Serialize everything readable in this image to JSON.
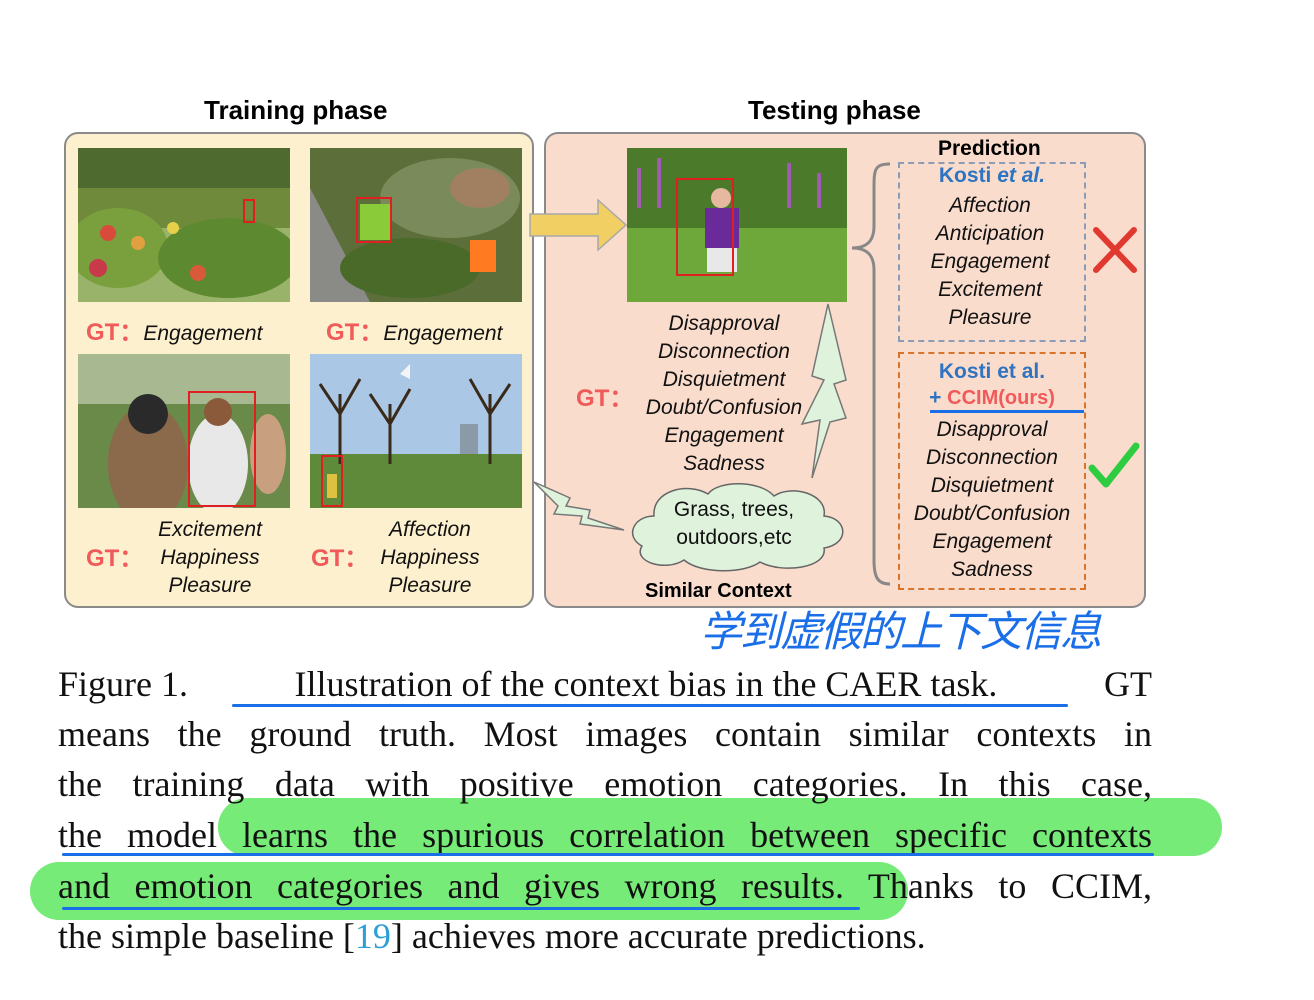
{
  "figure": {
    "training_title": "Training phase",
    "testing_title": "Testing phase",
    "gt_label": "GT：",
    "training_items": [
      {
        "labels": [
          "Engagement"
        ]
      },
      {
        "labels": [
          "Engagement"
        ]
      },
      {
        "labels": [
          "Excitement",
          "Happiness",
          "Pleasure"
        ]
      },
      {
        "labels": [
          "Affection",
          "Happiness",
          "Pleasure"
        ]
      }
    ],
    "test_gt_labels": [
      "Disapproval",
      "Disconnection",
      "Disquietment",
      "Doubt/Confusion",
      "Engagement",
      "Sadness"
    ],
    "context_bubble": [
      "Grass, trees,",
      "outdoors,etc"
    ],
    "similar_context_label": "Similar Context",
    "prediction_title": "Prediction",
    "baseline": {
      "name_prefix": "Kosti ",
      "name_italic": "et al.",
      "labels": [
        "Affection",
        "Anticipation",
        "Engagement",
        "Excitement",
        "Pleasure"
      ],
      "result_icon": "cross-icon"
    },
    "ours": {
      "name": "Kosti et al.",
      "plus": "+ ",
      "method": "CCIM(ours)",
      "labels": [
        "Disapproval",
        "Disconnection",
        "Disquietment",
        "Doubt/Confusion",
        "Engagement",
        "Sadness"
      ],
      "result_icon": "check-icon"
    }
  },
  "annotation": {
    "handwritten_note": "学到虚假的上下文信息",
    "underline_color": "#1a6ee8",
    "highlight_color": "#5ee860"
  },
  "caption": {
    "line1": {
      "lead": "Figure 1.",
      "underlined": "Illustration of the context bias in the CAER task.",
      "tail": "GT"
    },
    "line2": "means the ground truth.  Most images contain similar contexts in",
    "line3": "the training data with positive emotion categories.  In this case,",
    "line4": "the model learns the spurious correlation between specific contexts",
    "line5": "and emotion categories and gives wrong results. Thanks to CCIM,",
    "line6": {
      "before": "the simple baseline [",
      "ref": "19",
      "after": "] achieves more accurate predictions."
    }
  }
}
